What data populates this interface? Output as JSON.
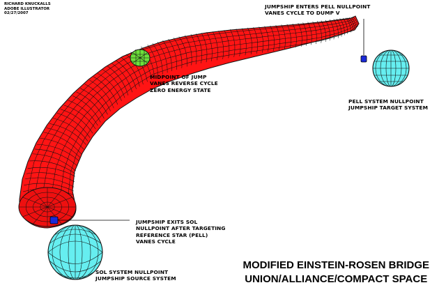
{
  "credit": {
    "name": "RICHARD KNUCKALLS",
    "tool": "ADOBE ILLUSTRATOR",
    "date": "02/27/2007"
  },
  "labels": {
    "enter": [
      "JUMPSHIP ENTERS PELL NULLPOINT",
      "VANES CYCLE TO DUMP V"
    ],
    "midpoint": [
      "MIDPOINT OF JUMP",
      "VANES REVERSE CYCLE",
      "ZERO ENERGY STATE"
    ],
    "pell": [
      "PELL SYSTEM NULLPOINT",
      "JUMPSHIP TARGET SYSTEM"
    ],
    "exit": [
      "JUMPSHIP EXITS SOL",
      "NULLPOINT AFTER TARGETING",
      "REFERENCE STAR (PELL)",
      "VANES CYCLE"
    ],
    "sol": [
      "SOL SYSTEM NULLPOINT",
      "JUMPSHIP SOURCE SYSTEM"
    ]
  },
  "title": {
    "line1": "MODIFIED EINSTEIN-ROSEN BRIDGE",
    "line2": "UNION/ALLIANCE/COMPACT SPACE"
  },
  "colors": {
    "bridge": "#ff1414",
    "grid": "#111111",
    "midpoint_ring": "#6ee03c",
    "sphere": "#66eef0",
    "jumpship": "#1a2ad8"
  }
}
